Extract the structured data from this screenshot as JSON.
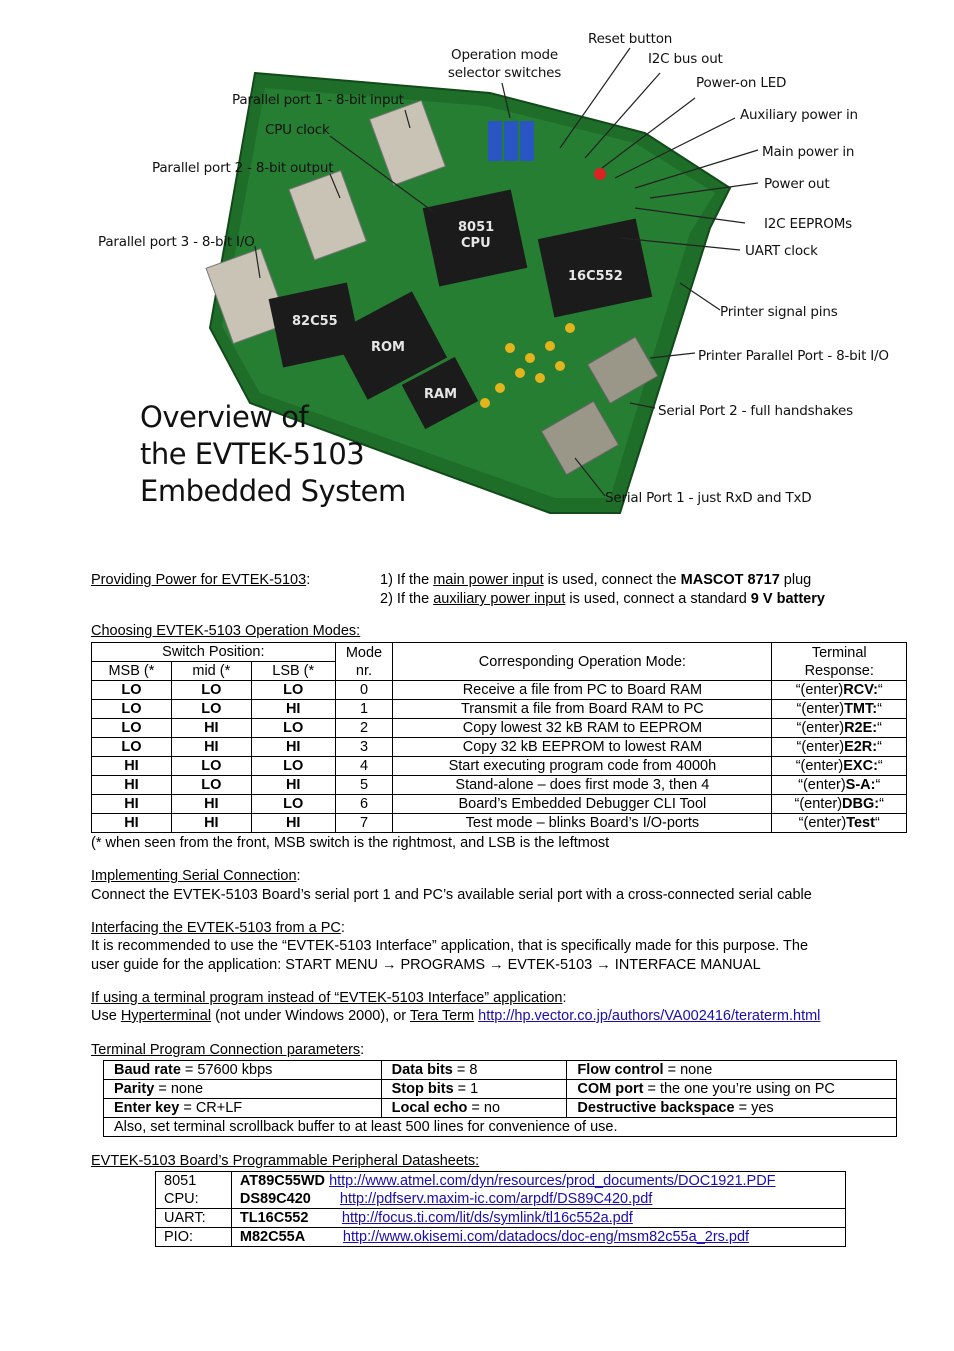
{
  "figure": {
    "callouts": [
      "Operation mode selector switches",
      "Reset button",
      "I2C bus out",
      "Power-on LED",
      "Auxiliary power in",
      "Main power in",
      "Power out",
      "I2C EEPROMs",
      "UART clock",
      "Printer signal pins",
      "Printer Parallel Port - 8-bit I/O",
      "Serial Port 2 - full handshakes",
      "Serial Port 1 - just RxD and TxD",
      "Parallel port 1 - 8-bit input",
      "CPU clock",
      "Parallel port 2 - 8-bit output",
      "Parallel port 3 - 8-bit I/O"
    ],
    "chip_labels": [
      "8051",
      "CPU",
      "16C552",
      "82C55",
      "ROM",
      "RAM"
    ],
    "title_lines": [
      "Overview of",
      "the EVTEK-5103",
      "Embedded System"
    ]
  },
  "power": {
    "heading": "Providing Power for EVTEK-5103",
    "item1": {
      "pre": "1) If the ",
      "link": "main power input",
      "mid": " is used, connect the ",
      "bold": "MASCOT 8717",
      "post": " plug"
    },
    "item2": {
      "pre": "2) If the ",
      "link": "auxiliary power input",
      "mid": " is used, connect a standard ",
      "bold": "9 V battery",
      "post": ""
    }
  },
  "modes": {
    "heading": "Choosing EVTEK-5103 Operation Modes:",
    "headers": {
      "switch_position": "Switch Position:",
      "msb": "MSB (*",
      "mid": "mid (*",
      "lsb": "LSB (*",
      "mode_1": "Mode",
      "mode_2": "nr.",
      "operation": "Corresponding Operation Mode:",
      "terminal_1": "Terminal",
      "terminal_2": "Response:"
    },
    "rows": [
      {
        "msb": "LO",
        "mid": "LO",
        "lsb": "LO",
        "nr": "0",
        "op": "Receive a file from PC to Board RAM",
        "resp_pre": "“(enter)",
        "resp_bold": "RCV:",
        "resp_post": "“"
      },
      {
        "msb": "LO",
        "mid": "LO",
        "lsb": "HI",
        "nr": "1",
        "op": "Transmit a file from Board RAM to PC",
        "resp_pre": "“(enter)",
        "resp_bold": "TMT:",
        "resp_post": "“"
      },
      {
        "msb": "LO",
        "mid": "HI",
        "lsb": "LO",
        "nr": "2",
        "op": "Copy lowest 32 kB RAM to EEPROM",
        "resp_pre": "“(enter)",
        "resp_bold": "R2E:",
        "resp_post": "“"
      },
      {
        "msb": "LO",
        "mid": "HI",
        "lsb": "HI",
        "nr": "3",
        "op": "Copy 32 kB EEPROM to lowest RAM",
        "resp_pre": "“(enter)",
        "resp_bold": "E2R:",
        "resp_post": "“"
      },
      {
        "msb": "HI",
        "mid": "LO",
        "lsb": "LO",
        "nr": "4",
        "op": "Start executing program code from 4000h",
        "resp_pre": "“(enter)",
        "resp_bold": "EXC:",
        "resp_post": "“"
      },
      {
        "msb": "HI",
        "mid": "LO",
        "lsb": "HI",
        "nr": "5",
        "op": "Stand-alone – does first mode 3, then 4",
        "resp_pre": "“(enter)",
        "resp_bold": "S-A:",
        "resp_post": "“"
      },
      {
        "msb": "HI",
        "mid": "HI",
        "lsb": "LO",
        "nr": "6",
        "op": "Board’s Embedded Debugger CLI Tool",
        "resp_pre": "“(enter)",
        "resp_bold": "DBG:",
        "resp_post": "“"
      },
      {
        "msb": "HI",
        "mid": "HI",
        "lsb": "HI",
        "nr": "7",
        "op": "Test mode – blinks Board’s I/O-ports",
        "resp_pre": "“(enter)",
        "resp_bold": "Test",
        "resp_post": "“"
      }
    ],
    "footnote": "(* when seen from the front, MSB switch is the rightmost, and LSB is the leftmost"
  },
  "serial": {
    "heading": "Implementing Serial Connection",
    "text": "Connect the EVTEK-5103 Board’s serial port 1 and PC’s available serial port with a cross-connected serial cable"
  },
  "interfacing": {
    "heading": "Interfacing the EVTEK-5103 from a PC",
    "line1": "It is recommended to use the “EVTEK-5103 Interface” application, that is specifically made for this purpose. The",
    "line2": "user guide for the application: START MENU → PROGRAMS → EVTEK-5103 → INTERFACE MANUAL"
  },
  "terminal": {
    "heading": "If using a terminal program instead of “EVTEK-5103 Interface” application",
    "pre": "Use ",
    "hyper": "Hyperterminal",
    "mid": " (not under Windows 2000), or ",
    "tera": "Tera Term",
    "url": "http://hp.vector.co.jp/authors/VA002416/teraterm.html"
  },
  "params": {
    "heading": "Terminal Program Connection parameters",
    "rows": [
      [
        {
          "k": "Baud rate",
          "v": " = 57600 kbps"
        },
        {
          "k": "Data bits",
          "v": " = 8"
        },
        {
          "k": "Flow control",
          "v": " = none"
        }
      ],
      [
        {
          "k": "Parity",
          "v": " = none"
        },
        {
          "k": "Stop bits",
          "v": " = 1"
        },
        {
          "k": "COM port",
          "v": " = the one you’re using on PC"
        }
      ],
      [
        {
          "k": "Enter key",
          "v": " = CR+LF"
        },
        {
          "k": "Local echo",
          "v": " = no"
        },
        {
          "k": "Destructive backspace",
          "v": " = yes"
        }
      ]
    ],
    "note": "Also, set terminal scrollback buffer to at least 500 lines for convenience of use."
  },
  "datasheets": {
    "heading": "EVTEK-5103 Board’s Programmable Peripheral Datasheets:",
    "rows": [
      {
        "label1": "8051",
        "label2": "CPU:",
        "part1": "AT89C55WD",
        "url1": "http://www.atmel.com/dyn/resources/prod_documents/DOC1921.PDF",
        "part2": "DS89C420",
        "url2": "http://pdfserv.maxim-ic.com/arpdf/DS89C420.pdf"
      },
      {
        "label1": "UART:",
        "part1": "TL16C552",
        "url1": "http://focus.ti.com/lit/ds/symlink/tl16c552a.pdf"
      },
      {
        "label1": "PIO:",
        "part1": "M82C55A",
        "url1": "http://www.okisemi.com/datadocs/doc-eng/msm82c55a_2rs.pdf"
      }
    ]
  }
}
